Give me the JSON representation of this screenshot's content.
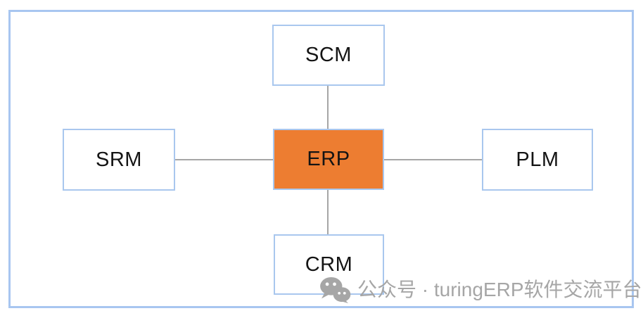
{
  "diagram": {
    "center": {
      "label": "ERP"
    },
    "nodes": [
      {
        "id": "scm",
        "label": "SCM",
        "position": "top"
      },
      {
        "id": "srm",
        "label": "SRM",
        "position": "left"
      },
      {
        "id": "plm",
        "label": "PLM",
        "position": "right"
      },
      {
        "id": "crm",
        "label": "CRM",
        "position": "bottom"
      }
    ],
    "connections": [
      "ERP-SCM",
      "ERP-SRM",
      "ERP-PLM",
      "ERP-CRM"
    ]
  },
  "watermark": {
    "icon": "wechat-icon",
    "text": "公众号 · turingERP软件交流平台"
  },
  "colors": {
    "accent-orange": "#ed7d31",
    "box-border-blue": "#a9c7ee",
    "frame-blue": "#a8c6f0",
    "connector-gray": "#a6a6a6",
    "watermark-gray": "#a6a6a6"
  }
}
